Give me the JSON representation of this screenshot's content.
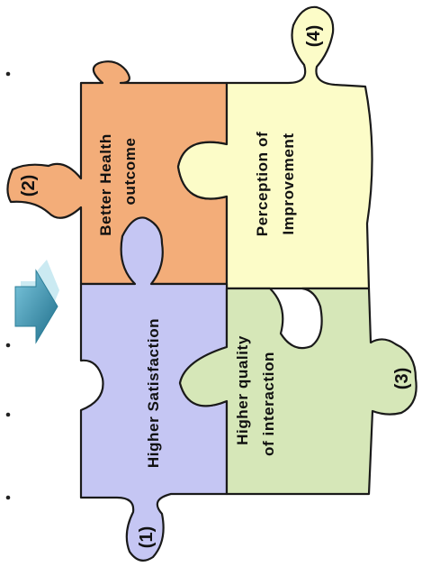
{
  "colors": {
    "satisfaction": "#c5c6f3",
    "health": "#f3ad79",
    "improvement": "#fcfcc8",
    "interaction": "#d6e7b8",
    "arrow": "#3b8fa8",
    "outline": "#1a1a1a"
  },
  "pieces": {
    "satisfaction": {
      "number": "(1)",
      "line1": "Higher Satisfaction"
    },
    "health": {
      "number": "(2)",
      "line1": "Better Health",
      "line2": "outcome"
    },
    "interaction": {
      "number": "(3)",
      "line1": "Higher quality",
      "line2": "of interaction"
    },
    "improvement": {
      "number": "(4)",
      "line1": "Perception of",
      "line2": "Improvement"
    }
  },
  "icons": {
    "arrow": "right-arrow-icon",
    "bullet": "bullet-dot-icon"
  }
}
